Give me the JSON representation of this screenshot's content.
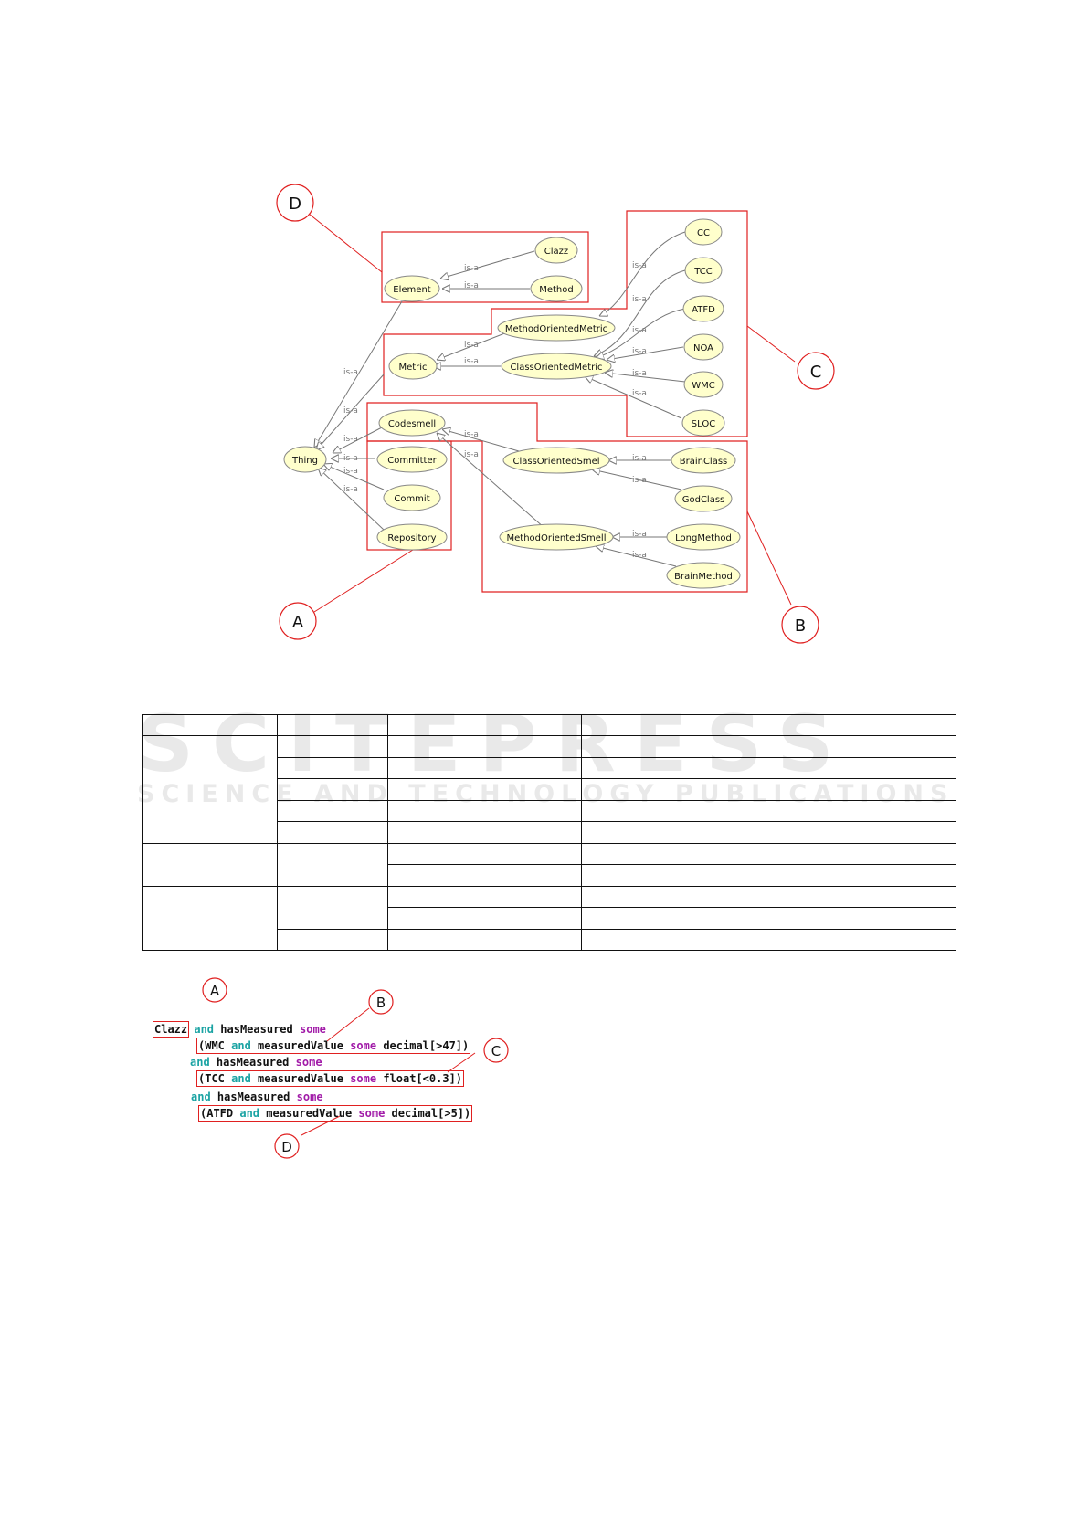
{
  "ontology": {
    "edge_label": "is-a",
    "nodes": {
      "thing": "Thing",
      "element": "Element",
      "clazz": "Clazz",
      "method": "Method",
      "metric": "Metric",
      "method_oriented_metric": "MethodOrientedMetric",
      "class_oriented_metric": "ClassOrientedMetric",
      "cc": "CC",
      "tcc": "TCC",
      "atfd": "ATFD",
      "noa": "NOA",
      "wmc": "WMC",
      "sloc": "SLOC",
      "codesmell": "Codesmell",
      "committer": "Committer",
      "commit": "Commit",
      "repository": "Repository",
      "class_oriented_smell": "ClassOrientedSmel",
      "method_oriented_smell": "MethodOrientedSmell",
      "brain_class": "BrainClass",
      "god_class": "GodClass",
      "long_method": "LongMethod",
      "brain_method": "BrainMethod"
    },
    "callouts": {
      "a": "A",
      "b": "B",
      "c": "C",
      "d": "D"
    }
  },
  "watermark": {
    "main": "SCITEPRESS",
    "sub": "SCIENCE AND TECHNOLOGY PUBLICATIONS"
  },
  "rule": {
    "callouts": {
      "a": "A",
      "b": "B",
      "c": "C",
      "d": "D"
    },
    "line1": {
      "clazz": "Clazz",
      "and": "and",
      "has_measured": "hasMeasured",
      "some": "some"
    },
    "line2": {
      "text_a": "(WMC ",
      "and": "and",
      "text_b": " measuredValue ",
      "some": "some",
      "text_c": " decimal[>47])"
    },
    "line3": {
      "and": "and",
      "has_measured": "hasMeasured",
      "some": "some"
    },
    "line4": {
      "text_a": "(TCC ",
      "and": "and",
      "text_b": " measuredValue ",
      "some": "some",
      "text_c": " float[<0.3])"
    },
    "line5": {
      "and": "and",
      "has_measured": "hasMeasured",
      "some": "some"
    },
    "line6": {
      "text_a": "(ATFD ",
      "and": "and",
      "text_b": " measuredValue ",
      "some": "some",
      "text_c": " decimal[>5])"
    }
  },
  "colors": {
    "node_fill": "#ffffcc",
    "annotation_red": "#e02020",
    "keyword_and": "#1aa3a3",
    "keyword_some": "#a11aa8"
  }
}
